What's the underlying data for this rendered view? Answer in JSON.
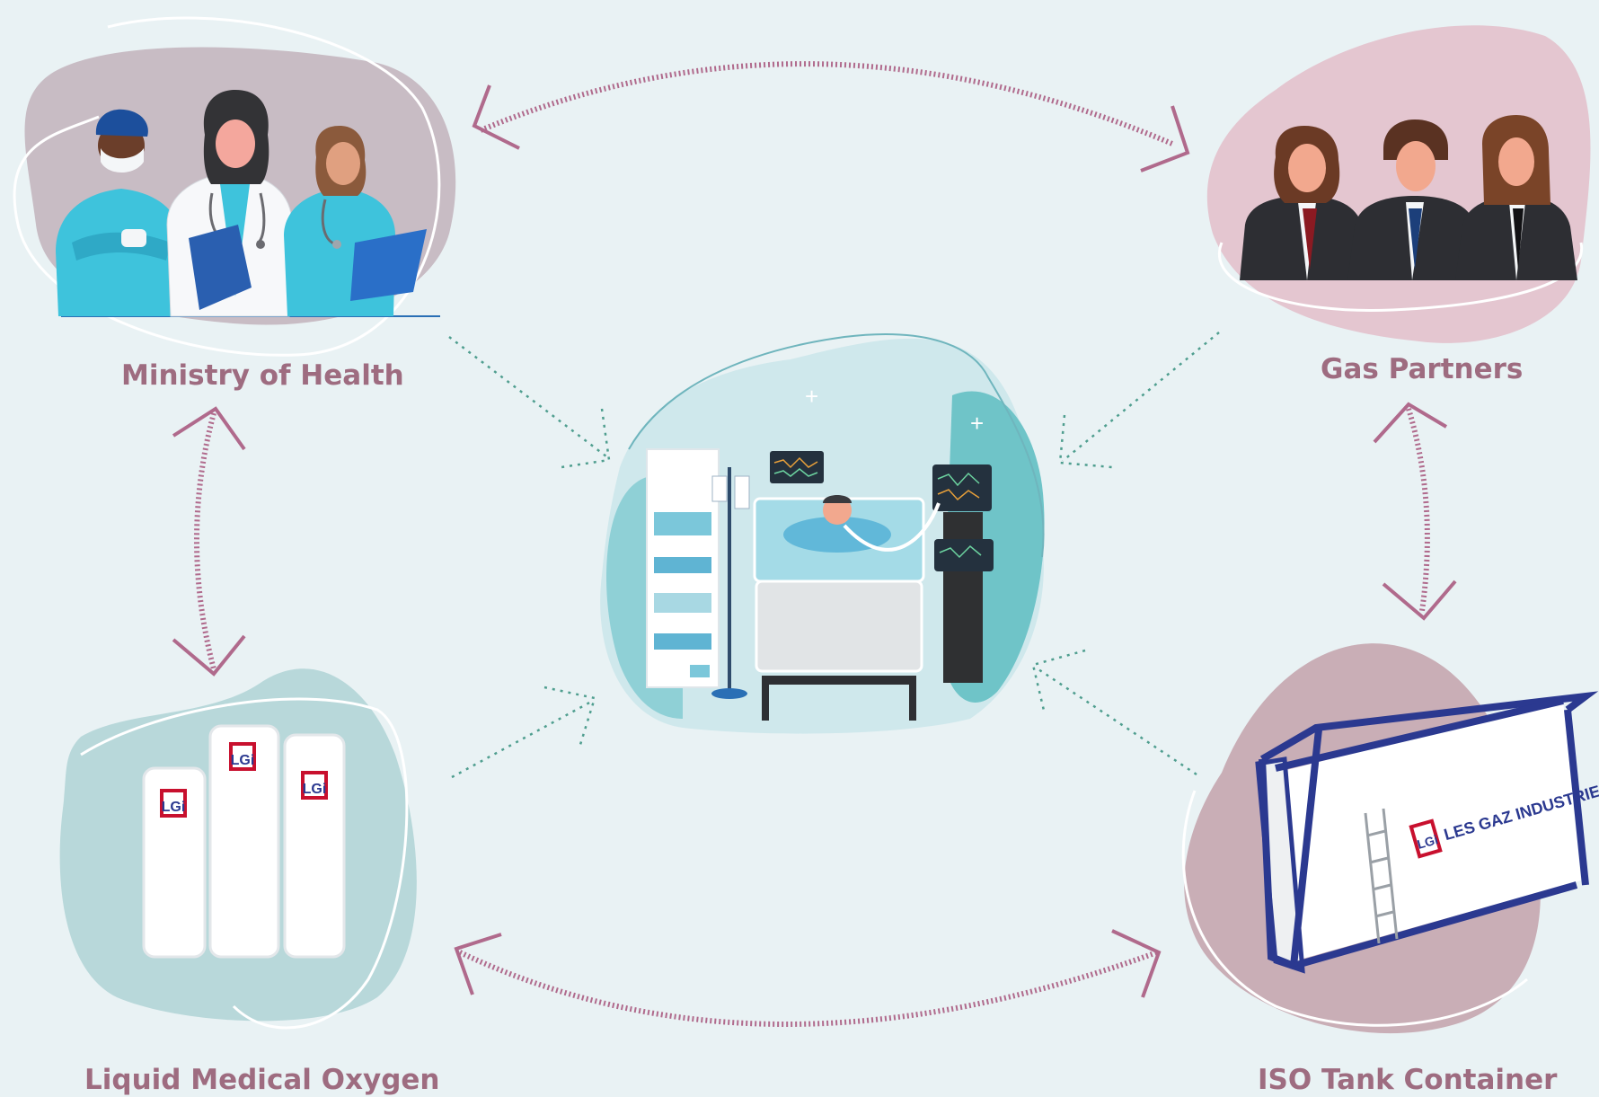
{
  "nodes": {
    "ministry_of_health": {
      "label": "Ministry of Health"
    },
    "gas_partners": {
      "label": "Gas Partners"
    },
    "liquid_medical_oxygen": {
      "label": "Liquid Medical Oxygen",
      "tank_logo": "LGi"
    },
    "iso_tank_container": {
      "label": "ISO Tank Container",
      "logo": "LGi",
      "brand_text": "LES GAZ INDUSTRIELS"
    },
    "hospital_icu": {}
  },
  "colors": {
    "background": "#e9f2f4",
    "label": "#9e6c80",
    "arrow": "#b06a8c",
    "inward_arrow": "#4f9e8f",
    "blob_mauve": "#c8bcc4",
    "blob_pink": "#e4c6d0",
    "blob_teal": "#b8d8da",
    "blob_rose": "#c9aeb6",
    "brand_red": "#c8102e",
    "brand_blue": "#2b3990"
  }
}
